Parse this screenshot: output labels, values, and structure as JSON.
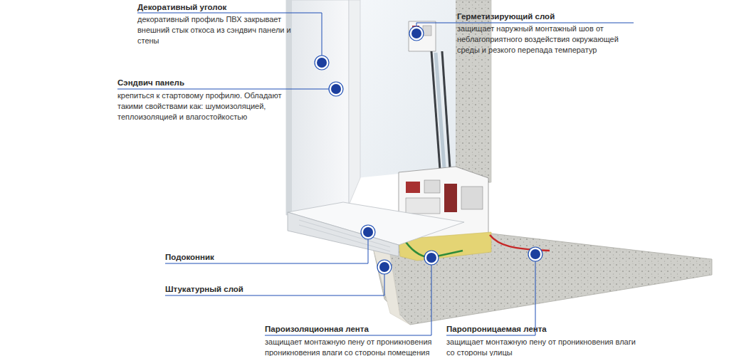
{
  "diagram": {
    "labels": [
      "Декоративный уголок",
      "декоративный профиль ПВХ закрывает внешний стык откоса из сэндвич панели и стены",
      "Сэндвич панель",
      "крепиться к стартовому профилю. Обладают такими свойствами как: шумоизоляцией, теплоизоляцией и влагостойкостью",
      "Герметизирующий слой",
      "защищает наружный монтажный шов от неблагоприятного воздействия окружающей среды и резкого перепада температур",
      "Подоконник",
      "Штукатурный слой",
      "Пароизоляционная лента",
      "защищает монтажную пену от проникновения проникновения влаги со стороны помещения",
      "Паропроницаемая лента",
      "защищает монтажную пену от проникновения влаги со стороны улицы"
    ]
  }
}
